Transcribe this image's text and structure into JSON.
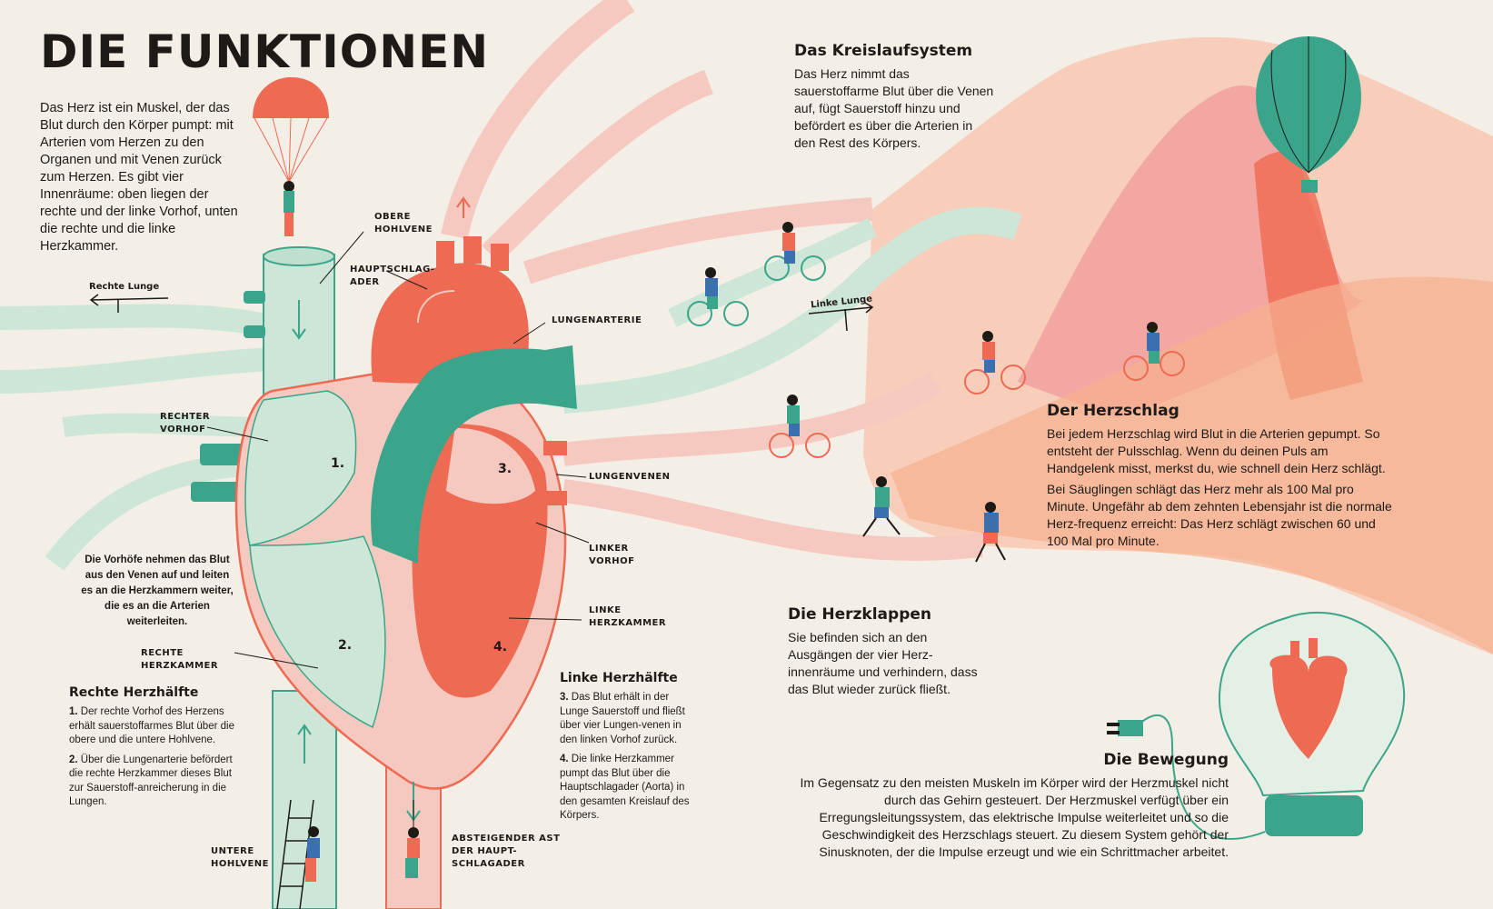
{
  "title": "DIE FUNKTIONEN",
  "intro": "Das Herz ist ein Muskel, der das Blut durch den Körper pumpt: mit Arterien vom Herzen zu den Organen und mit Venen zurück zum Herzen. Es gibt vier Innenräume: oben liegen der rechte und der linke Vorhof, unten die rechte und die linke Herzkammer.",
  "labels": {
    "obere_hohlvene": "OBERE HOHLVENE",
    "hauptschlagader": "HAUPTSCHLAG-ADER",
    "lungenarterie": "LUNGENARTERIE",
    "rechter_vorhof": "RECHTER VORHOF",
    "lungenvenen": "LUNGENVENEN",
    "linker_vorhof": "LINKER VORHOF",
    "linke_herzkammer": "LINKE HERZKAMMER",
    "rechte_herzkammer": "RECHTE HERZKAMMER",
    "untere_hohlvene": "UNTERE HOHLVENE",
    "absteigender_ast": "ABSTEIGENDER AST DER HAUPT-SCHLAGADER",
    "rechte_lunge": "Rechte Lunge",
    "linke_lunge": "Linke Lunge"
  },
  "numbers": [
    "1.",
    "2.",
    "3.",
    "4."
  ],
  "vorhoefe_note": "Die Vorhöfe nehmen das Blut aus den Venen auf und leiten es an die Herzkammern weiter, die es an die Arterien weiterleiten.",
  "rechte_herzhaelfte": {
    "title": "Rechte Herzhälfte",
    "items": [
      {
        "num": "1.",
        "text": "Der rechte Vorhof des Herzens erhält sauerstoffarmes Blut über die obere und die untere Hohlvene."
      },
      {
        "num": "2.",
        "text": "Über die Lungenarterie befördert die rechte Herzkammer dieses Blut zur Sauerstoff-anreicherung in die Lungen."
      }
    ]
  },
  "linke_herzhaelfte": {
    "title": "Linke Herzhälfte",
    "items": [
      {
        "num": "3.",
        "text": "Das Blut erhält in der Lunge Sauerstoff und fließt über vier Lungen-venen in den linken Vorhof zurück."
      },
      {
        "num": "4.",
        "text": "Die linke Herzkammer pumpt das Blut über die Hauptschlagader (Aorta) in den gesamten Kreislauf des Körpers."
      }
    ]
  },
  "kreislauf": {
    "title": "Das Kreislaufsystem",
    "text": "Das Herz nimmt das sauerstoffarme Blut über die Venen auf, fügt Sauerstoff hinzu und befördert es über die Arterien in den Rest des Körpers."
  },
  "herzschlag": {
    "title": "Der Herzschlag",
    "p1": "Bei jedem Herzschlag wird Blut in die Arterien gepumpt. So entsteht der Pulsschlag. Wenn du deinen Puls am Handgelenk misst, merkst du, wie schnell dein Herz schlägt.",
    "p2": "Bei Säuglingen schlägt das Herz mehr als 100 Mal pro Minute. Ungefähr ab dem zehnten Lebensjahr ist die normale Herz-frequenz erreicht: Das Herz schlägt zwischen 60 und 100 Mal pro Minute."
  },
  "herzklappen": {
    "title": "Die Herzklappen",
    "text": "Sie befinden sich an den Ausgängen der vier Herz-innenräume und verhindern, dass das Blut wieder zurück fließt."
  },
  "bewegung": {
    "title": "Die Bewegung",
    "text": "Im Gegensatz zu den meisten Muskeln im Körper wird der Herzmuskel nicht durch das Gehirn gesteuert. Der Herzmuskel verfügt über ein Erregungsleitungssystem, das elektrische Impulse weiterleitet und so die Geschwindigkeit des Herzschlags steuert. Zu diesem System gehört der Sinusknoten, der die Impulse erzeugt und wie ein Schrittmacher arbeitet."
  },
  "colors": {
    "red": "#ee6a52",
    "green": "#3aa58a",
    "mint": "#cde6d7",
    "pink": "#f6c9c0",
    "bg": "#f4efe6"
  }
}
